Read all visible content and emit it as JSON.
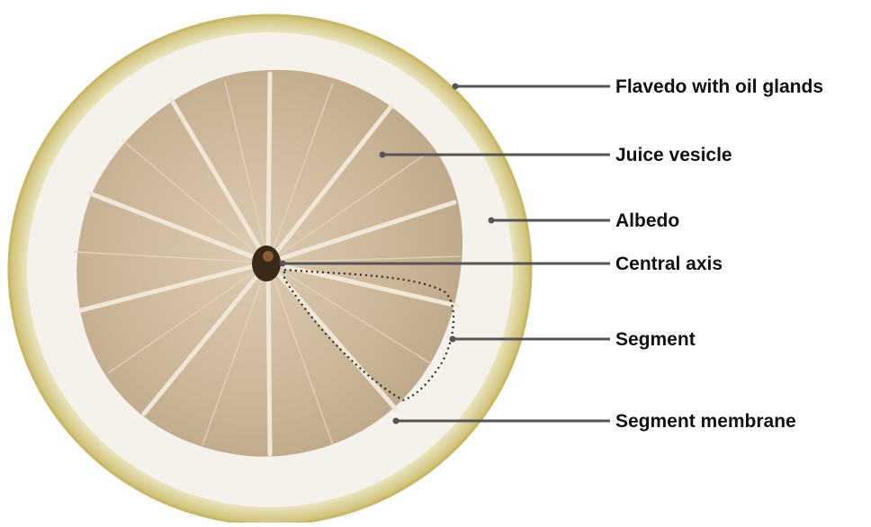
{
  "diagram": {
    "labels": [
      {
        "id": "flavedo",
        "text": "Flavedo with oil glands"
      },
      {
        "id": "juice-vesicle",
        "text": "Juice vesicle"
      },
      {
        "id": "albedo",
        "text": "Albedo"
      },
      {
        "id": "central-axis",
        "text": "Central axis"
      },
      {
        "id": "segment",
        "text": "Segment"
      },
      {
        "id": "segment-membrane",
        "text": "Segment membrane"
      }
    ]
  },
  "colors": {
    "flavedo_rim": "#d9cf8e",
    "albedo": "#f4f2ea",
    "pulp": "#c9b396",
    "pulp_light": "#dccbb2",
    "membrane": "#eee6d8",
    "center": "#3a2818",
    "leader_line": "#555555",
    "label_text": "#111111"
  }
}
